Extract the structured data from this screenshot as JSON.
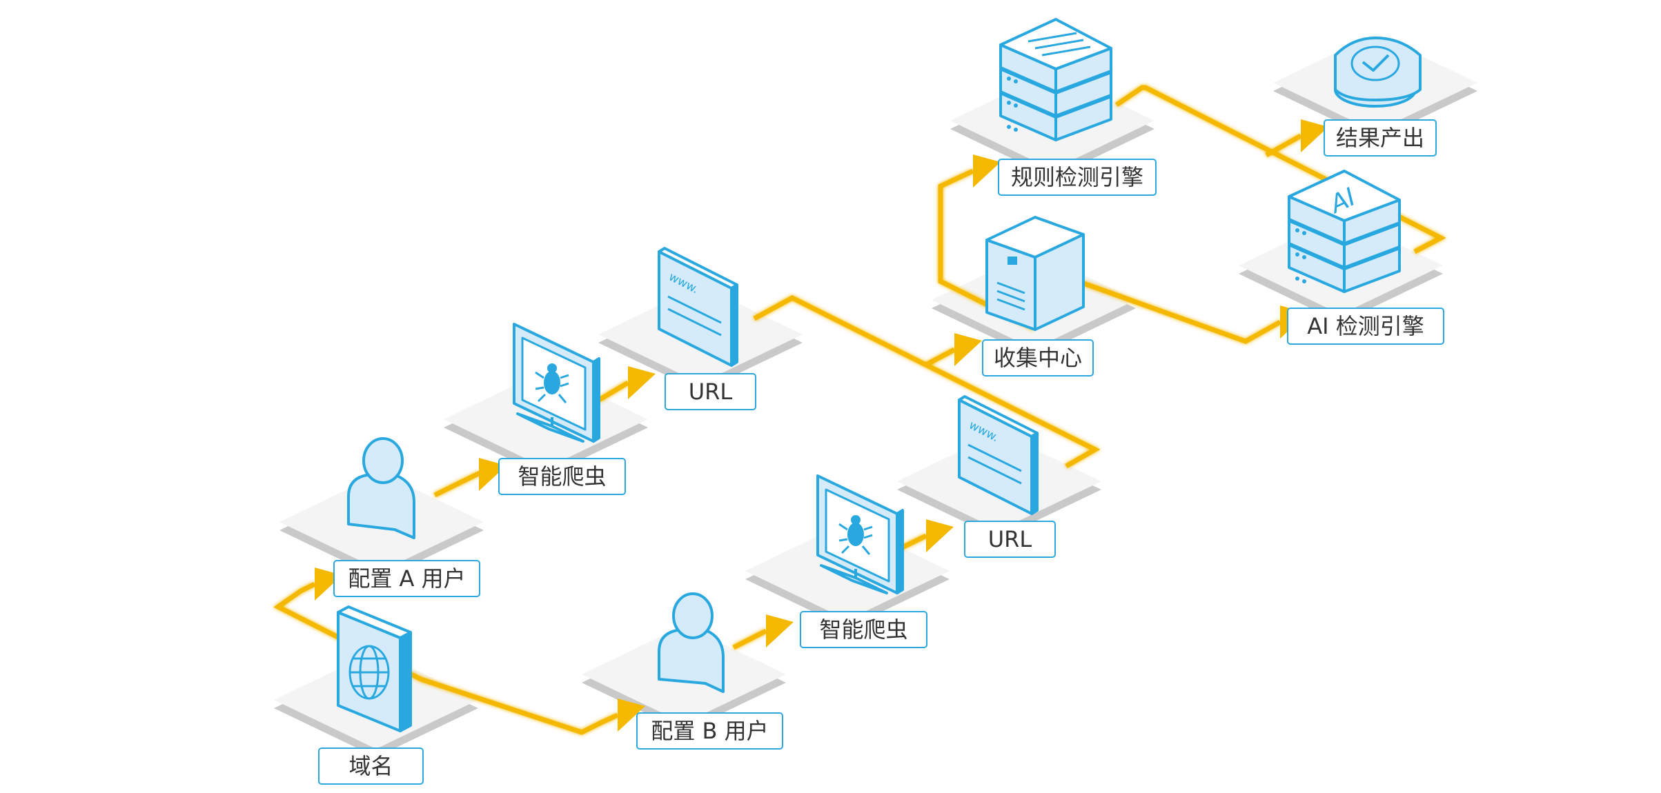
{
  "colors": {
    "flow": "#f5b800",
    "outline": "#29a8e0",
    "fill": "#d6ebfa",
    "platform_top": "#f4f4f4",
    "platform_side": "#c9c9c9",
    "label_text": "#333333"
  },
  "nodes": {
    "domain": {
      "label": "域名",
      "icon": "globe-card-icon"
    },
    "user_a": {
      "label": "配置 A 用户",
      "icon": "user-icon"
    },
    "user_b": {
      "label": "配置 B 用户",
      "icon": "user-icon"
    },
    "crawler_a": {
      "label": "智能爬虫",
      "icon": "bug-monitor-icon"
    },
    "crawler_b": {
      "label": "智能爬虫",
      "icon": "bug-monitor-icon"
    },
    "url_a": {
      "label": "URL",
      "icon": "web-page-icon",
      "screen_text": "www."
    },
    "url_b": {
      "label": "URL",
      "icon": "web-page-icon",
      "screen_text": "www."
    },
    "collect": {
      "label": "收集中心",
      "icon": "server-tower-icon"
    },
    "rule_engine": {
      "label": "规则检测引擎",
      "icon": "server-stack-icon"
    },
    "ai_engine": {
      "label": "AI 检测引擎",
      "icon": "ai-server-stack-icon",
      "badge": "AI"
    },
    "result": {
      "label": "结果产出",
      "icon": "shield-check-icon"
    }
  }
}
